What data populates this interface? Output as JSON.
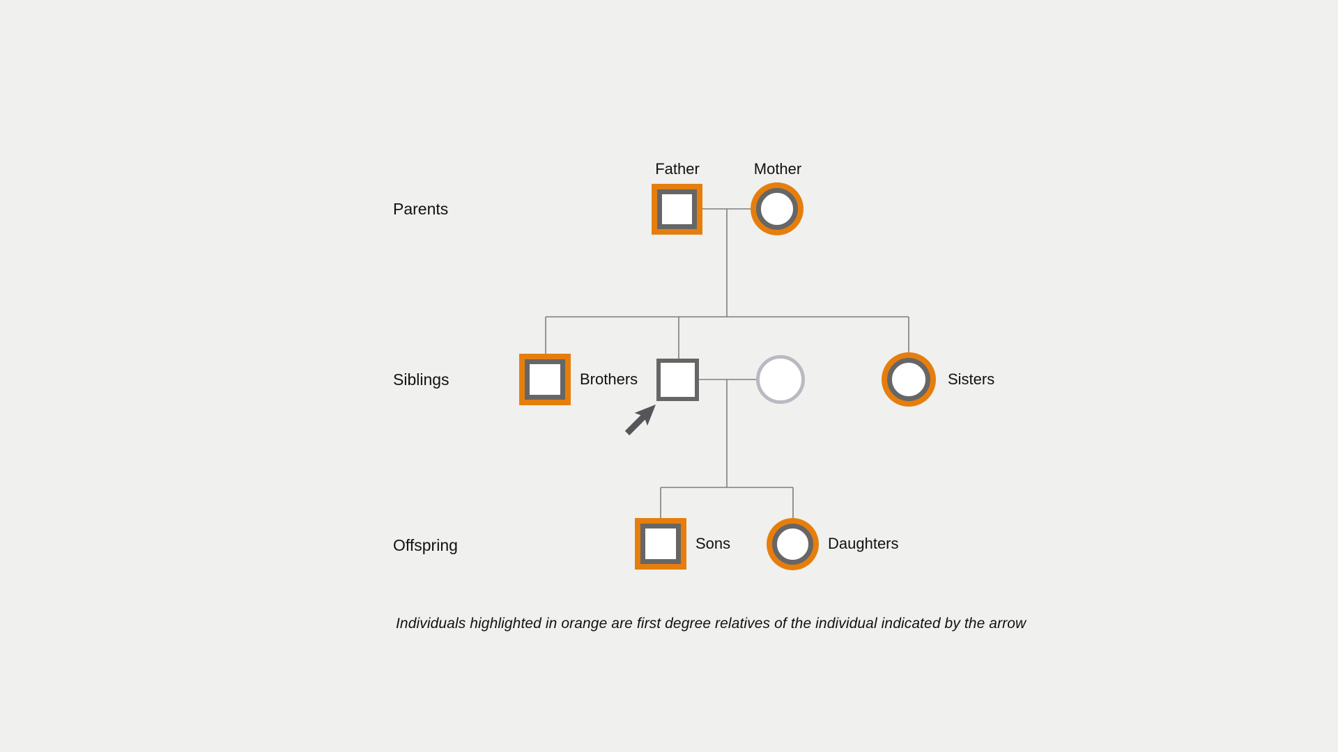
{
  "rows": {
    "parents": "Parents",
    "siblings": "Siblings",
    "offspring": "Offspring"
  },
  "nodes": {
    "father": {
      "label": "Father",
      "sex": "male",
      "highlighted": true
    },
    "mother": {
      "label": "Mother",
      "sex": "female",
      "highlighted": true
    },
    "brothers": {
      "label": "Brothers",
      "sex": "male",
      "highlighted": true
    },
    "proband": {
      "label": "",
      "sex": "male",
      "highlighted": false,
      "arrow_indicated": true
    },
    "spouse": {
      "label": "",
      "sex": "female",
      "highlighted": false
    },
    "sisters": {
      "label": "Sisters",
      "sex": "female",
      "highlighted": true
    },
    "sons": {
      "label": "Sons",
      "sex": "male",
      "highlighted": true
    },
    "daughters": {
      "label": "Daughters",
      "sex": "female",
      "highlighted": true
    }
  },
  "caption": "Individuals highlighted in orange are first degree relatives of the individual indicated by the arrow",
  "colors": {
    "highlight_orange": "#E67E0D",
    "symbol_border_gray": "#666666",
    "unrelated_border_gray": "#B9B9C1",
    "connector_line": "#7E7E7E",
    "arrow": "#55565A",
    "background": "#F0F0EE",
    "text": "#111111"
  }
}
